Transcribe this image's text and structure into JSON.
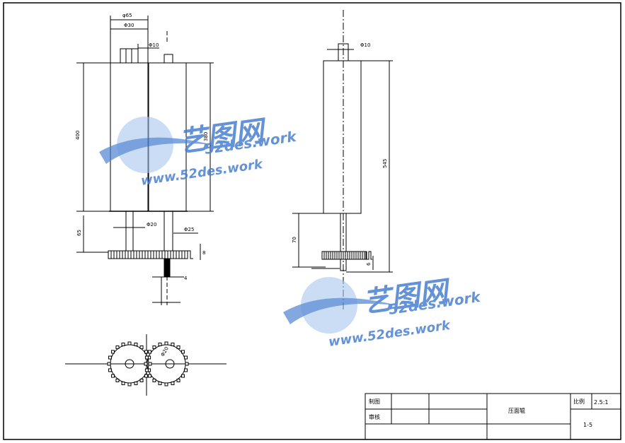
{
  "drawing": {
    "front_view_dims": {
      "top_width": "φ65",
      "top_inner": "Φ30",
      "top_key": "Φ10",
      "left_height": "400",
      "right_height": "380",
      "lower_height": "65",
      "shaft_left": "Φ20",
      "shaft_right": "Φ25",
      "gear_thick": "8",
      "bottom_dim": "4"
    },
    "side_view_dims": {
      "top_dia": "Φ10",
      "total_height": "545",
      "lower_height": "70",
      "gear_gap": "6"
    },
    "gear_view_dims": {
      "hole_label": "Φ20"
    }
  },
  "title_block": {
    "drawn_label": "制图",
    "review_label": "审核",
    "part_name": "压面辊",
    "scale_label": "比例",
    "scale_value": "2.5:1",
    "drawing_no": "1-5"
  },
  "watermark": {
    "cn_text": "艺图网",
    "domain_text": "52des.work",
    "url_text": "www.52des.work"
  },
  "colors": {
    "line": "#000000",
    "watermark_blue": "#4a7fd0",
    "watermark_light": "#a9c6ef"
  }
}
